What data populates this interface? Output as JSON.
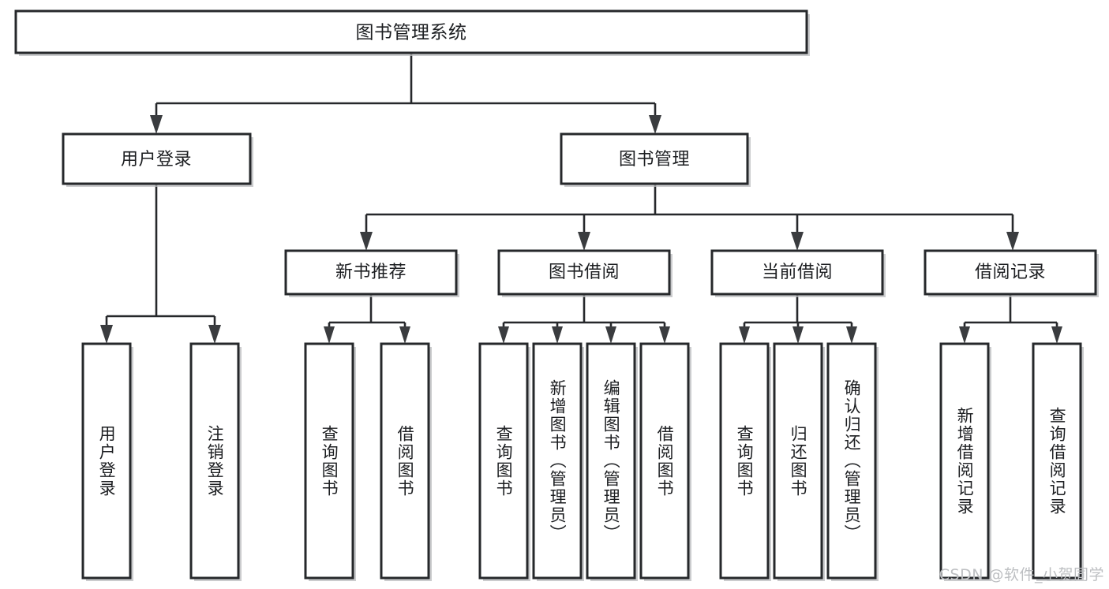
{
  "diagram": {
    "type": "tree-hierarchy-chart",
    "title": "图书管理系统",
    "background_color": "#ffffff",
    "box_border_color": "#26282b",
    "box_fill_color": "#ffffff",
    "connector_color": "#26282b",
    "text_color": "#1c1e21"
  },
  "root": {
    "label": "图书管理系统"
  },
  "level1": [
    {
      "label": "用户登录"
    },
    {
      "label": "图书管理"
    }
  ],
  "level2": [
    {
      "label": "新书推荐"
    },
    {
      "label": "图书借阅"
    },
    {
      "label": "当前借阅"
    },
    {
      "label": "借阅记录"
    }
  ],
  "leaves": {
    "user_login": [
      {
        "label": "用户登录"
      },
      {
        "label": "注销登录"
      }
    ],
    "new_book_recommend": [
      {
        "label": "查询图书"
      },
      {
        "label": "借阅图书"
      }
    ],
    "book_borrow": [
      {
        "label": "查询图书"
      },
      {
        "label": "新增图书（管理员）"
      },
      {
        "label": "编辑图书（管理员）"
      },
      {
        "label": "借阅图书"
      }
    ],
    "current_borrow": [
      {
        "label": "查询图书"
      },
      {
        "label": "归还图书"
      },
      {
        "label": "确认归还（管理员）"
      }
    ],
    "borrow_record": [
      {
        "label": "新增借阅记录"
      },
      {
        "label": "查询借阅记录"
      }
    ]
  },
  "watermark": {
    "text": "CSDN @软件_小贺同学"
  },
  "chart_data": {
    "type": "table",
    "title": "图书管理系统",
    "nodes": [
      {
        "id": "root",
        "label": "图书管理系统",
        "level": 0,
        "parent": null
      },
      {
        "id": "n1",
        "label": "用户登录",
        "level": 1,
        "parent": "root"
      },
      {
        "id": "n2",
        "label": "图书管理",
        "level": 1,
        "parent": "root"
      },
      {
        "id": "n1-1",
        "label": "用户登录",
        "level": 2,
        "parent": "n1"
      },
      {
        "id": "n1-2",
        "label": "注销登录",
        "level": 2,
        "parent": "n1"
      },
      {
        "id": "n2-1",
        "label": "新书推荐",
        "level": 2,
        "parent": "n2"
      },
      {
        "id": "n2-2",
        "label": "图书借阅",
        "level": 2,
        "parent": "n2"
      },
      {
        "id": "n2-3",
        "label": "当前借阅",
        "level": 2,
        "parent": "n2"
      },
      {
        "id": "n2-4",
        "label": "借阅记录",
        "level": 2,
        "parent": "n2"
      },
      {
        "id": "n2-1-1",
        "label": "查询图书",
        "level": 3,
        "parent": "n2-1"
      },
      {
        "id": "n2-1-2",
        "label": "借阅图书",
        "level": 3,
        "parent": "n2-1"
      },
      {
        "id": "n2-2-1",
        "label": "查询图书",
        "level": 3,
        "parent": "n2-2"
      },
      {
        "id": "n2-2-2",
        "label": "新增图书（管理员）",
        "level": 3,
        "parent": "n2-2"
      },
      {
        "id": "n2-2-3",
        "label": "编辑图书（管理员）",
        "level": 3,
        "parent": "n2-2"
      },
      {
        "id": "n2-2-4",
        "label": "借阅图书",
        "level": 3,
        "parent": "n2-2"
      },
      {
        "id": "n2-3-1",
        "label": "查询图书",
        "level": 3,
        "parent": "n2-3"
      },
      {
        "id": "n2-3-2",
        "label": "归还图书",
        "level": 3,
        "parent": "n2-3"
      },
      {
        "id": "n2-3-3",
        "label": "确认归还（管理员）",
        "level": 3,
        "parent": "n2-3"
      },
      {
        "id": "n2-4-1",
        "label": "新增借阅记录",
        "level": 3,
        "parent": "n2-4"
      },
      {
        "id": "n2-4-2",
        "label": "查询借阅记录",
        "level": 3,
        "parent": "n2-4"
      }
    ]
  }
}
